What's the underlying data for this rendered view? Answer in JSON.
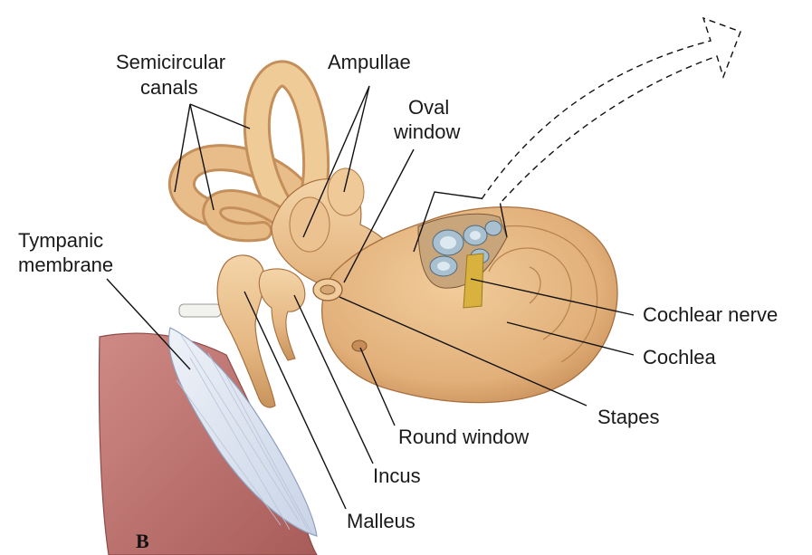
{
  "figure": {
    "letter": "B",
    "labels": {
      "semicircular_canals_1": "Semicircular",
      "semicircular_canals_2": "canals",
      "ampullae": "Ampullae",
      "oval_window_1": "Oval",
      "oval_window_2": "window",
      "tympanic_membrane_1": "Tympanic",
      "tympanic_membrane_2": "membrane",
      "cochlear_nerve": "Cochlear nerve",
      "cochlea": "Cochlea",
      "stapes": "Stapes",
      "round_window": "Round window",
      "incus": "Incus",
      "malleus": "Malleus"
    },
    "colors": {
      "bone": "#e9bf8c",
      "bone_shade": "#c8935c",
      "membrane": "#dfe6f2",
      "ear_canal": "#c77c78",
      "nerve": "#d9b13e"
    }
  }
}
